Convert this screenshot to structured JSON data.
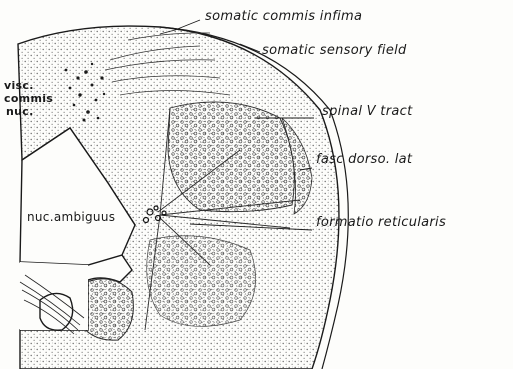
{
  "figure": {
    "labels": {
      "somatic_commis_infima": "somatic commis infima",
      "somatic_sensory_field": "somatic sensory field",
      "spinal_v_tract": "spinal V tract",
      "fasc_dorso_lat": "fasc dorso. lat",
      "formatio_reticularis": "formatio reticularis",
      "visc": "visc.",
      "commis": "commis",
      "nuc": "nuc.",
      "nuc_ambiguus": "nuc.ambiguus"
    },
    "colors": {
      "ink": "#1a1a1a",
      "paper": "#fdfdfb",
      "stipple": "#6b6b6b"
    }
  }
}
